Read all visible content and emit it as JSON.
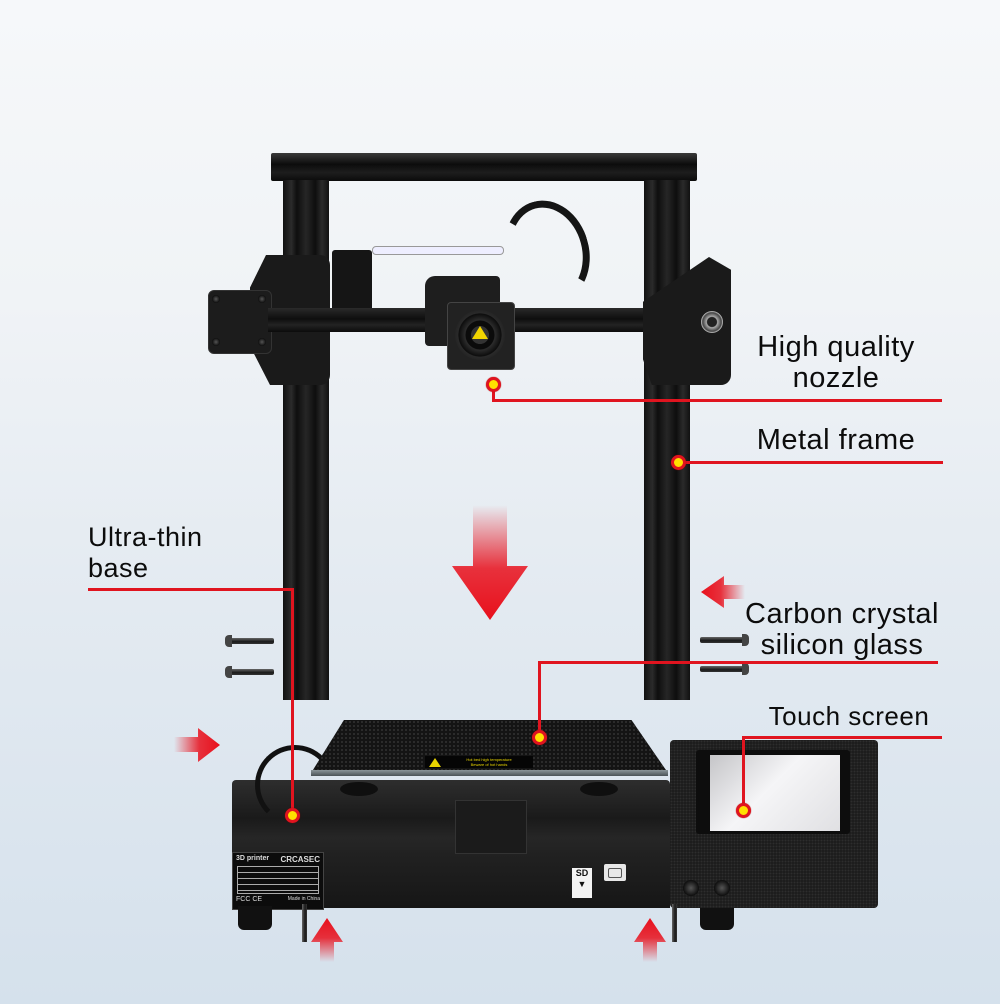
{
  "diagram": {
    "subject": "3D printer feature callouts",
    "callouts": [
      {
        "id": "nozzle",
        "line1": "High quality",
        "line2": "nozzle"
      },
      {
        "id": "frame",
        "line1": "Metal frame"
      },
      {
        "id": "base",
        "line1": "Ultra-thin",
        "line2": "base"
      },
      {
        "id": "glass",
        "line1": "Carbon crystal",
        "line2": "silicon glass"
      },
      {
        "id": "screen",
        "line1": "Touch screen"
      }
    ],
    "nameplate": {
      "title": "3D printer",
      "brand": "CRCASEC",
      "marks": "FCC CE",
      "origin": "Made in China"
    },
    "bed_warning": {
      "line1": "Hot bed high temperature",
      "line2": "Beware of hot hands"
    },
    "sd_slot": {
      "label": "SD"
    },
    "colors": {
      "callout_line": "#e0141f",
      "dot_fill": "#ffe000",
      "arrow": "#e8101c",
      "printer_body": "#1a1a1a",
      "background_top": "#f6f8fa",
      "background_bottom": "#d5e1ec"
    },
    "arrows": [
      {
        "id": "center-down",
        "direction": "down"
      },
      {
        "id": "right-left",
        "direction": "left"
      },
      {
        "id": "left-right",
        "direction": "right"
      },
      {
        "id": "bottom-left-up",
        "direction": "up"
      },
      {
        "id": "bottom-right-up",
        "direction": "up"
      }
    ]
  }
}
